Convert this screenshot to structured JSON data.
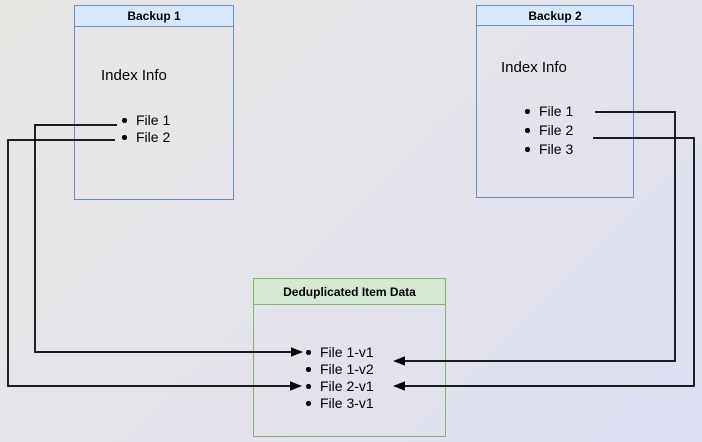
{
  "diagram": {
    "backup1": {
      "title": "Backup 1",
      "subtitle": "Index Info",
      "items": [
        "File 1",
        "File 2"
      ]
    },
    "backup2": {
      "title": "Backup 2",
      "subtitle": "Index Info",
      "items": [
        "File 1",
        "File 2",
        "File 3"
      ]
    },
    "dedup": {
      "title": "Deduplicated Item Data",
      "items": [
        "File 1-v1",
        "File 1-v2",
        "File 2-v1",
        "File 3-v1"
      ]
    },
    "connections": [
      {
        "from": "Backup 1 / File 1",
        "to": "File 1-v1"
      },
      {
        "from": "Backup 1 / File 2",
        "to": "File 2-v1"
      },
      {
        "from": "Backup 2 / File 1",
        "to": "File 1-v2"
      },
      {
        "from": "Backup 2 / File 2",
        "to": "File 2-v1"
      }
    ],
    "colors": {
      "blue_border": "#6c8ebf",
      "blue_header_fill": "#dae8fc",
      "green_border": "#82b366",
      "green_header_fill": "#d5e8d4",
      "connector": "#000000",
      "text": "#000000"
    }
  }
}
